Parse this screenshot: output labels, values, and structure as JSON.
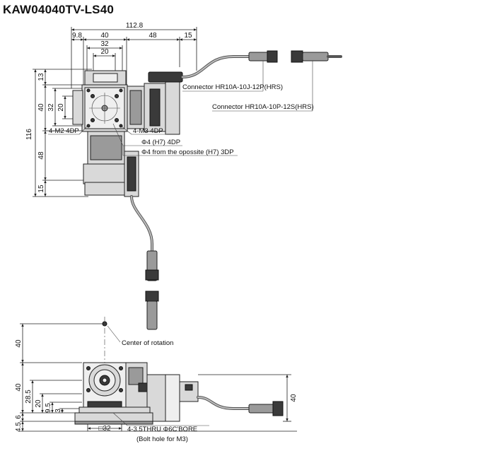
{
  "title": "KAW04040TV-LS40",
  "top_view": {
    "dims_top": [
      "112.8",
      "9.8",
      "40",
      "48",
      "15",
      "32",
      "20"
    ],
    "dims_left": [
      "13",
      "40",
      "32",
      "20",
      "116",
      "48",
      "15"
    ],
    "callouts": {
      "m2": "4-M2 4DP",
      "m3": "4-M3 4DP",
      "phi4_h7": "Φ4 (H7)  4DP",
      "phi4_opposite": "Φ4 from the opossite (H7)  3DP",
      "connector_j": "Connector HR10A-10J-12P(HRS)",
      "connector_p": "Connector HR10A-10P-12S(HRS)"
    }
  },
  "side_view": {
    "dims_left": [
      "40",
      "40",
      "28.5",
      "20",
      "9.5",
      "3",
      "6",
      "4.5"
    ],
    "dim_right": "40",
    "dim_bottom": "□32",
    "callouts": {
      "center": "Center of rotation",
      "thru": "4-3.5THRU Φ6C'BORE",
      "bolt": "(Bolt hole for M3)"
    }
  }
}
